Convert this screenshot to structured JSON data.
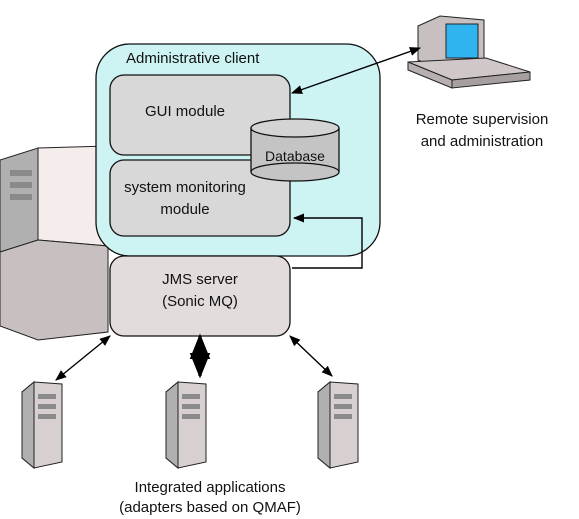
{
  "diagram": {
    "admin_client_label": "Administrative client",
    "gui_module_label": "GUI module",
    "database_label": "Database",
    "monitoring_module_line1": "system monitoring",
    "monitoring_module_line2": "module",
    "jms_server_line1": "JMS server",
    "jms_server_line2": "(Sonic MQ)",
    "remote_line1": "Remote supervision",
    "remote_line2": "and administration",
    "integrated_line1": "Integrated applications",
    "integrated_line2": "(adapters based on QMAF)"
  },
  "colors": {
    "client_fill": "#cdf3f3",
    "module_fill": "#d8d8d8",
    "server_fill": "#e3dcdc",
    "monitor_screen": "#2fb4f0"
  },
  "icons": [
    "server-tower-icon",
    "desktop-computer-icon",
    "server-icon"
  ]
}
